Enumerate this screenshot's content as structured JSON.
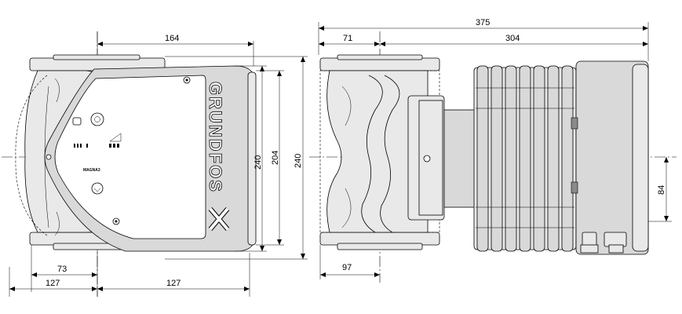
{
  "dimensions": {
    "side_width": "164",
    "side_height_inner": "240",
    "side_height_mid": "204",
    "side_height_outer": "240",
    "side_offset": "73",
    "side_left": "127",
    "side_right": "127",
    "front_total": "375",
    "front_left": "71",
    "front_motor": "304",
    "front_bottom": "97",
    "front_axis": "84"
  },
  "labels": {
    "brand": "GRUNDFOS",
    "model": "MAGNA3"
  },
  "colors": {
    "line": "#000000",
    "body_fill": "#e9e9e9",
    "face_fill": "#d9d9d9"
  }
}
